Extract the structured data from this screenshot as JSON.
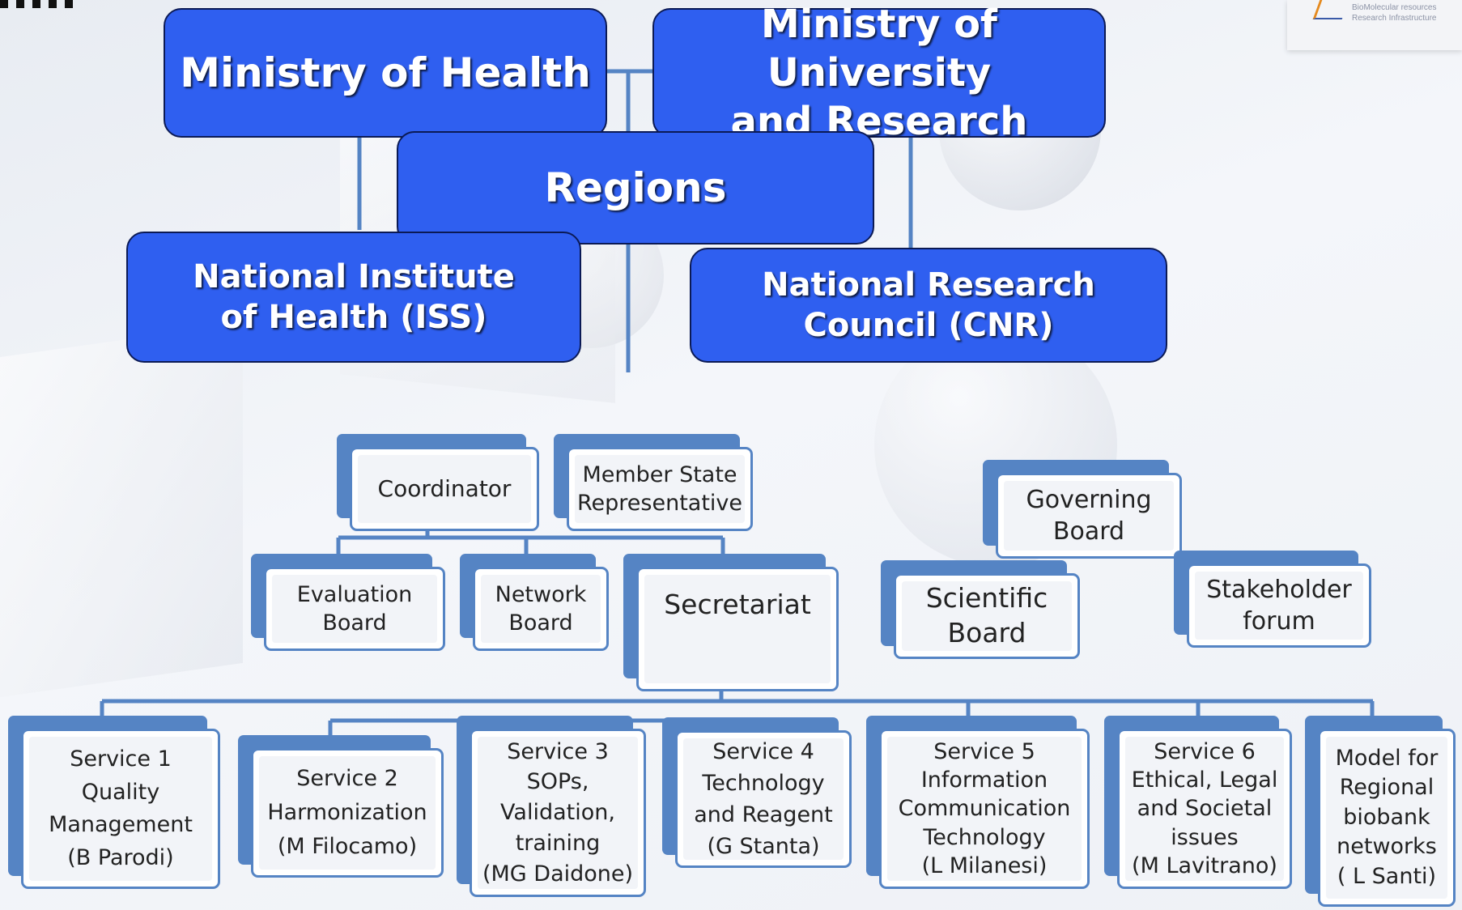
{
  "top": {
    "ministry_health": "Ministry of Health",
    "ministry_university": "Ministry of University\nand Research",
    "regions": "Regions",
    "iss": "National Institute\nof Health (ISS)",
    "cnr": "National Research\nCouncil (CNR)"
  },
  "org": {
    "coordinator": "Coordinator",
    "member_state": "Member State\nRepresentative",
    "evaluation_board": "Evaluation\nBoard",
    "network_board": "Network\nBoard",
    "secretariat": "Secretariat",
    "governing_board": "Governing\nBoard",
    "scientific_board": "Scientific\nBoard",
    "stakeholder_forum": "Stakeholder\nforum"
  },
  "services": [
    {
      "text": "Service 1\nQuality\nManagement\n(B Parodi)"
    },
    {
      "text": "Service 2\nHarmonization\n(M Filocamo)"
    },
    {
      "text": "Service 3\nSOPs,\nValidation,\ntraining\n(MG Daidone)"
    },
    {
      "text": "Service 4\nTechnology\nand Reagent\n(G Stanta)"
    },
    {
      "text": "Service 5\nInformation\nCommunication\nTechnology\n(L Milanesi)"
    },
    {
      "text": "Service 6\nEthical, Legal\nand Societal\nissues\n(M Lavitrano)"
    },
    {
      "text": "Model for\nRegional\nbiobank\nnetworks\n( L Santi)"
    }
  ],
  "logo": {
    "text": "BioMolecular resources\nResearch Infrastructure"
  },
  "colors": {
    "top_box": "#2f5ff0",
    "node_border": "#5584c4",
    "connector": "#5584c4"
  }
}
